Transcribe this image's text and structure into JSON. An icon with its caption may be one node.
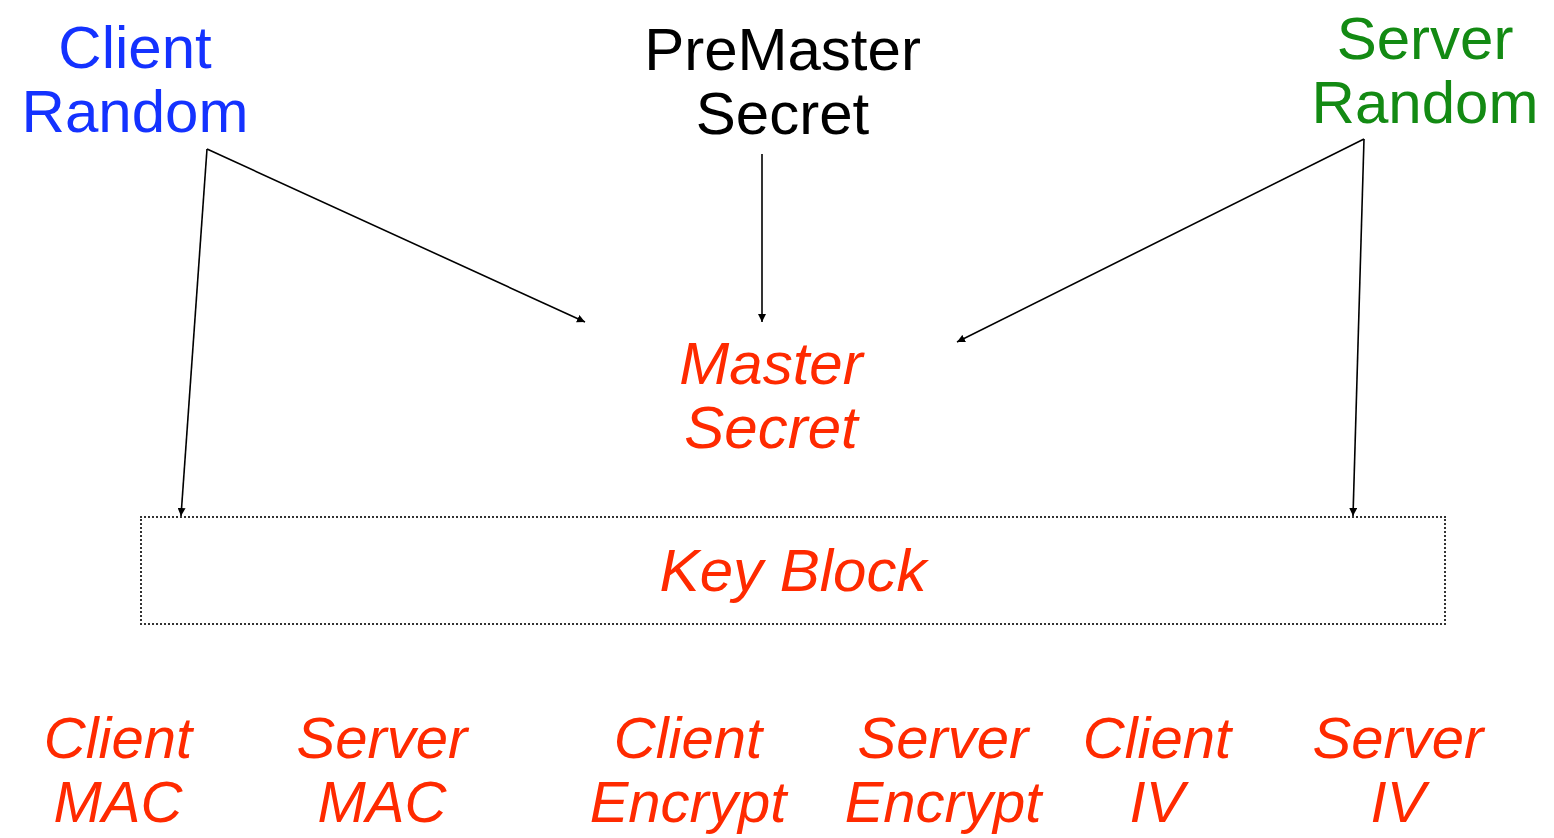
{
  "diagram": {
    "nodes": [
      {
        "text": [
          "Client Random"
        ]
      },
      {
        "text": [
          "PreMaster Secret"
        ]
      },
      {
        "text": [
          "Server Random"
        ]
      },
      {
        "text": [
          "Master Secret"
        ]
      },
      {
        "text": [
          "Key Block"
        ]
      }
    ],
    "edges": [
      {
        "from": 0,
        "to": 3,
        "arrow": "to"
      },
      {
        "from": 0,
        "to": 4,
        "arrow": "to"
      },
      {
        "from": 1,
        "to": 3,
        "arrow": "to"
      },
      {
        "from": 2,
        "to": 3,
        "arrow": "to"
      },
      {
        "from": 2,
        "to": 4,
        "arrow": "to"
      }
    ],
    "labels": [
      "Client MAC",
      "Server MAC",
      "Client Encrypt",
      "Server Encrypt",
      "Client IV",
      "Server IV"
    ]
  }
}
